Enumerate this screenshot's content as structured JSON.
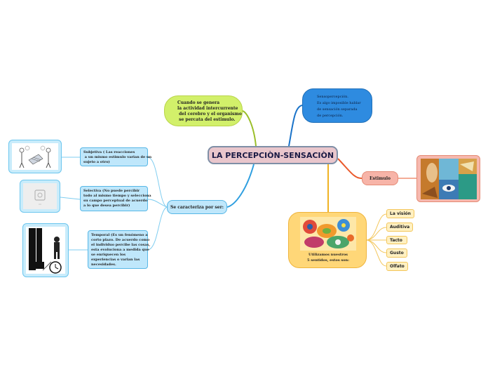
{
  "central": {
    "title": "LA PERCEPCIÒN-SENSACIÒN"
  },
  "branch_green": {
    "text": "Cuando se genera\nla actividad intercurrente\n del cerebro y el organismo\n se percata del estimulo."
  },
  "branch_blue": {
    "text": "Sensopercepción.\nEs algo imposible hablar\nde sensación separada\nde percepción."
  },
  "estimulo": {
    "label": "Estimulo"
  },
  "caracteriza": {
    "label": "Se caracteriza por ser:",
    "items": [
      {
        "text": "Subjetiva ( Las reacciones\n a un mismo estimulo varian de un\nsujeto a otro)"
      },
      {
        "text": "Selectiva (No puede percibir\ntodo al mismo tiempo y selecciona\nsu campo perceptual de acuerdo\na lo que desea percibir)"
      },
      {
        "text": "Temporal (Es un fenómeno a\ncorto plazo. De acuerdo como\nel individuo percibe las cosas,\nesta evoluciona a medida que\nse enriquecen los\nexperiencias o varian las\nnecesidades."
      }
    ]
  },
  "senses": {
    "text": "Utilizamos nuestros\n5 sentidos, estos son:",
    "items": [
      "La visión",
      "Auditiva",
      "Tacto",
      "Gusto",
      "Olfato"
    ]
  },
  "colors": {
    "central_fill": "#e9c6cc",
    "green_branch": "#9bbf2a",
    "blue_branch": "#1a73c9",
    "estimulo_branch": "#ea5a2c",
    "senses_branch": "#f0b323",
    "caracteriza_branch": "#2f9fe0"
  }
}
